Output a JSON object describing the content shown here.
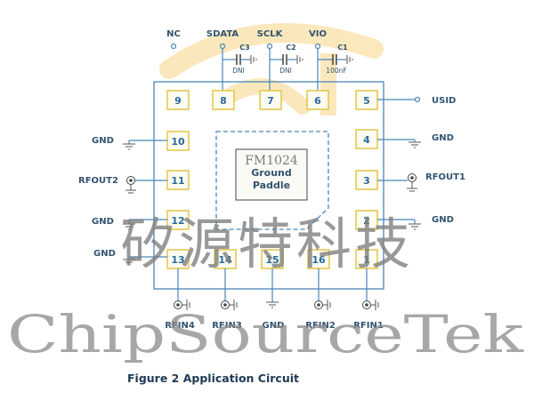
{
  "caption": "Figure 2 Application Circuit",
  "chip": {
    "name": "FM1024",
    "paddle_line1": "Ground",
    "paddle_line2": "Paddle"
  },
  "top_labels": {
    "nc": "NC",
    "sdata": "SDATA",
    "sclk": "SCLK",
    "vio": "VIO"
  },
  "capacitors": [
    {
      "ref": "C3",
      "value": "DNI"
    },
    {
      "ref": "C2",
      "value": "DNI"
    },
    {
      "ref": "C1",
      "value": "100nF"
    }
  ],
  "side_labels": {
    "usid": "USID",
    "gnd_right_4": "GND",
    "rfout1": "RFOUT1",
    "gnd_right_2": "GND",
    "gnd_left_10": "GND",
    "rfout2": "RFOUT2",
    "gnd_left_12": "GND",
    "gnd_left_13": "GND"
  },
  "bottom_labels": {
    "rfin4": "RFIN4",
    "rfin3": "RFIN3",
    "gnd": "GND",
    "rfin2": "RFIN2",
    "rfin1": "RFIN1"
  },
  "pins": {
    "p1": "1",
    "p2": "2",
    "p3": "3",
    "p4": "4",
    "p5": "5",
    "p6": "6",
    "p7": "7",
    "p8": "8",
    "p9": "9",
    "p10": "10",
    "p11": "11",
    "p12": "12",
    "p13": "13",
    "p14": "14",
    "p15": "15",
    "p16": "16"
  },
  "watermark": {
    "chinese": "矽源特科技",
    "english": "ChipSourceTek"
  },
  "colors": {
    "wire": "#4a86b8",
    "pad_border": "#e0c23a",
    "logo": "#f3c043"
  }
}
